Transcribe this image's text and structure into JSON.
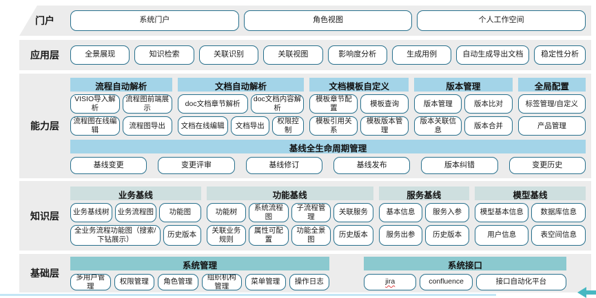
{
  "colors": {
    "band_bg": "#ececec",
    "blue_header": "#a3d4e8",
    "gray_header": "#cedfdf",
    "teal_header": "#8bc9cf",
    "box_border": "#266f8c",
    "accent_line": "#c3e6f5",
    "arrow": "#47b8c2"
  },
  "portal": {
    "label": "门户",
    "boxes": [
      "系统门户",
      "角色视图",
      "个人工作空间"
    ]
  },
  "application": {
    "label": "应用层",
    "boxes": [
      "全景展现",
      "知识检索",
      "关联识别",
      "关联视图",
      "影响度分析",
      "生成用例",
      "自动生成导出文档",
      "稳定性分析"
    ]
  },
  "capability": {
    "label": "能力层",
    "groups": [
      {
        "title": "流程自动解析",
        "row1": [
          "VISIO导入解析",
          "流程图前端展示"
        ],
        "row2": [
          "流程图在线编辑",
          "流程图导出"
        ]
      },
      {
        "title": "文档自动解析",
        "row1": [
          "doc文档章节解析",
          "doc文档内容解析"
        ],
        "row2": [
          "文档在线编辑",
          "文档导出",
          "权限控制"
        ]
      },
      {
        "title": "文档模板自定义",
        "row1": [
          "模板章节配置",
          "模板查询"
        ],
        "row2": [
          "模板引用关系",
          "模板版本管理"
        ]
      },
      {
        "title": "版本管理",
        "row1": [
          "版本管理",
          "版本比对"
        ],
        "row2": [
          "版本关联信息",
          "版本合并"
        ]
      },
      {
        "title": "全局配置",
        "row1": [
          "标签管理/自定义"
        ],
        "row2": [
          "产品管理"
        ]
      }
    ],
    "baseline": {
      "title": "基线全生命周期管理",
      "boxes": [
        "基线变更",
        "变更评审",
        "基线修订",
        "基线发布",
        "版本纠错",
        "变更历史"
      ]
    }
  },
  "knowledge": {
    "label": "知识层",
    "groups": [
      {
        "title": "业务基线",
        "row1": [
          "业务基线树",
          "业务流程图",
          "功能图"
        ],
        "row2": [
          "全业务流程功能图（搜索/下钻展示）",
          "历史版本"
        ]
      },
      {
        "title": "功能基线",
        "row1": [
          "功能树",
          "系统流程图",
          "子流程管理",
          "关联服务"
        ],
        "row2": [
          "关联业务规则",
          "属性可配置",
          "功能全景图",
          "历史版本"
        ]
      },
      {
        "title": "服务基线",
        "row1": [
          "基本信息",
          "服务入参"
        ],
        "row2": [
          "服务出参",
          "历史版本"
        ]
      },
      {
        "title": "模型基线",
        "row1": [
          "模型基本信息",
          "数据库信息"
        ],
        "row2": [
          "用户信息",
          "表空间信息"
        ]
      }
    ]
  },
  "foundation": {
    "label": "基础层",
    "groups": [
      {
        "title": "系统管理",
        "boxes": [
          "多用户管理",
          "权限管理",
          "角色管理",
          "组织机构管理",
          "菜单管理",
          "操作日志"
        ]
      },
      {
        "title": "系统接口",
        "boxes": [
          "jira",
          "confluence",
          "接口自动化平台"
        ]
      }
    ]
  }
}
